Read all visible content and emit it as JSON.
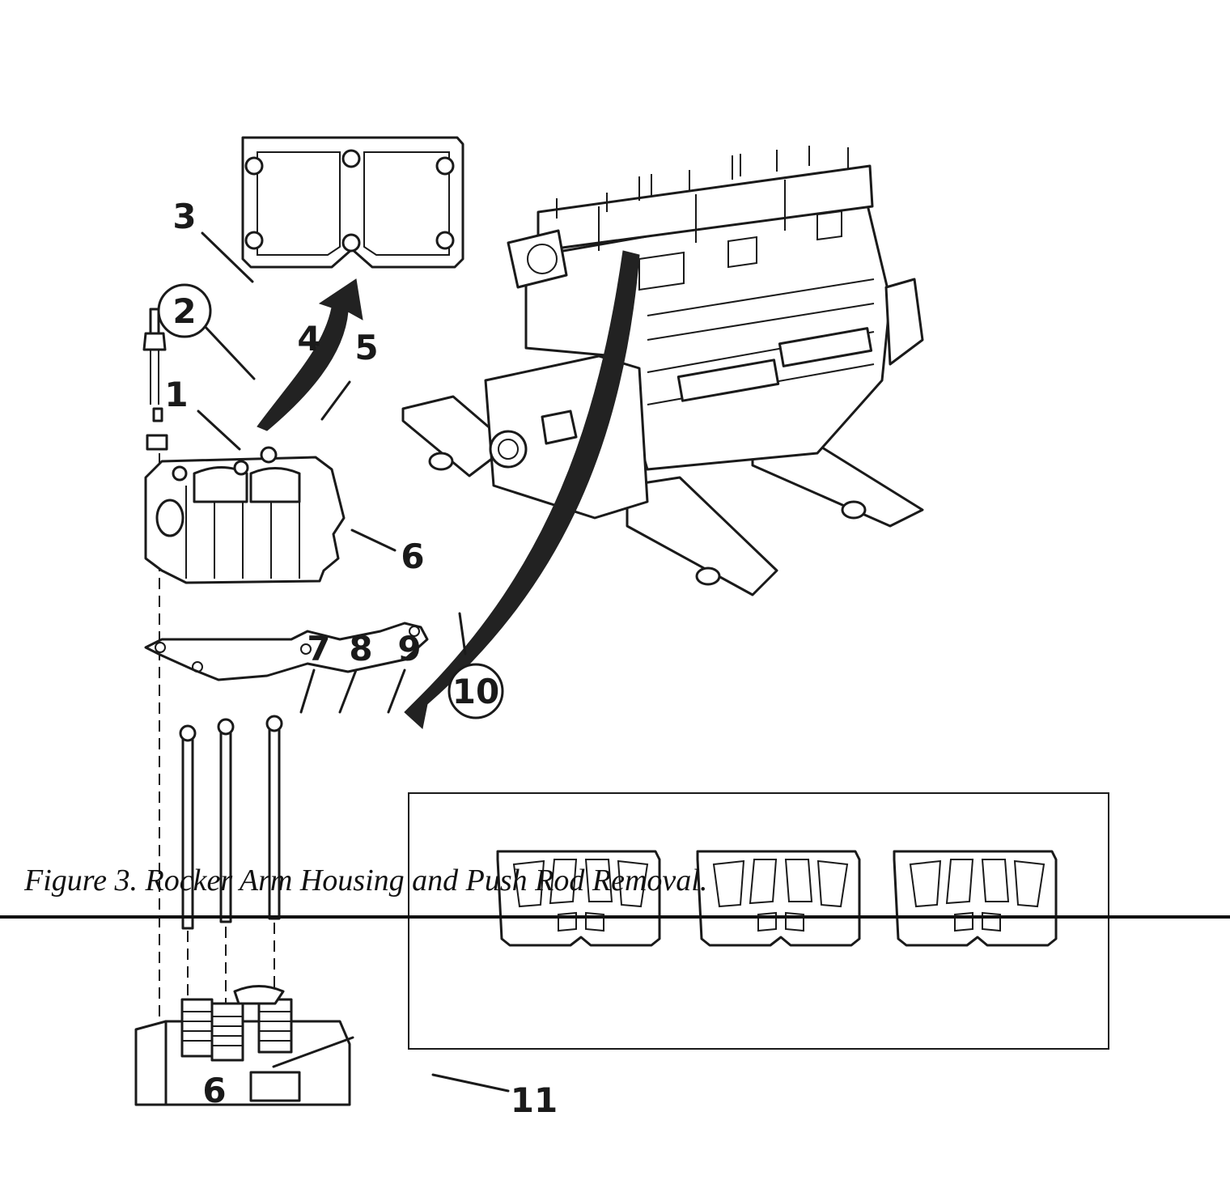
{
  "callouts": [
    {
      "id": "1",
      "label": "1",
      "circled": false
    },
    {
      "id": "2",
      "label": "2",
      "circled": true
    },
    {
      "id": "3",
      "label": "3",
      "circled": false
    },
    {
      "id": "4",
      "label": "4",
      "circled": false
    },
    {
      "id": "5",
      "label": "5",
      "circled": false
    },
    {
      "id": "6a",
      "label": "6",
      "circled": false
    },
    {
      "id": "6b",
      "label": "6",
      "circled": false
    },
    {
      "id": "7",
      "label": "7",
      "circled": false
    },
    {
      "id": "8",
      "label": "8",
      "circled": false
    },
    {
      "id": "9",
      "label": "9",
      "circled": false
    },
    {
      "id": "10",
      "label": "10",
      "circled": true
    },
    {
      "id": "11",
      "label": "11",
      "circled": false
    }
  ],
  "caption": "Figure 3.  Rocker Arm Housing and Push Rod Removal."
}
